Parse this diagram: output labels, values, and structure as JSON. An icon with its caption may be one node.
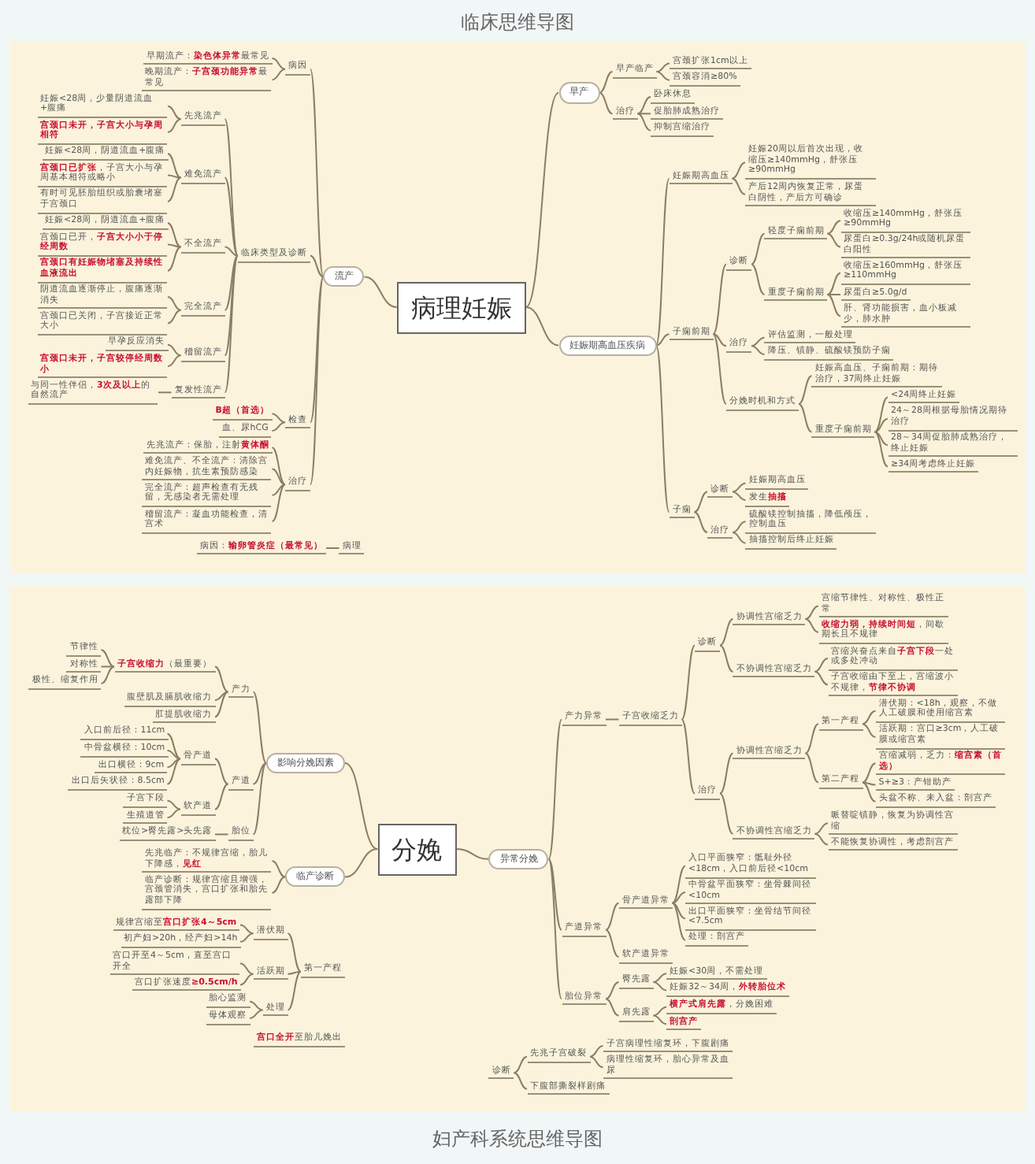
{
  "diagram": {
    "title": "临床思维导图",
    "caption": "妇产科系统思维导图",
    "nodes": [
      {
        "text": [
          "病理妊娠"
        ]
      },
      {
        "text": [
          "流产"
        ]
      },
      {
        "text": [
          "病因"
        ]
      },
      {
        "text": [
          "早期流产：**染色体异常**最常见"
        ]
      },
      {
        "text": [
          "晚期流产：**子宫颈功能异常**最常见"
        ]
      },
      {
        "text": [
          "临床类型及诊断"
        ]
      },
      {
        "text": [
          "先兆流产"
        ]
      },
      {
        "text": [
          "妊娠<28周，少量阴道流血+腹痛"
        ]
      },
      {
        "text": [
          "**宫颈口未开，子宫大小与孕周相符**"
        ]
      },
      {
        "text": [
          "难免流产"
        ]
      },
      {
        "text": [
          "妊娠<28周，阴道流血+腹痛"
        ]
      },
      {
        "text": [
          "**宫颈口已扩张**，子宫大小与孕周基本相符或略小"
        ]
      },
      {
        "text": [
          "有时可见胚胎组织或胎囊堵塞于宫颈口"
        ]
      },
      {
        "text": [
          "不全流产"
        ]
      },
      {
        "text": [
          "妊娠<28周，阴道流血+腹痛"
        ]
      },
      {
        "text": [
          "宫颈口已开，**子宫大小小于停经周数**"
        ]
      },
      {
        "text": [
          "**宫颈口有妊娠物堵塞及持续性血液流出**"
        ]
      },
      {
        "text": [
          "完全流产"
        ]
      },
      {
        "text": [
          "阴道流血逐渐停止，腹痛逐渐消失"
        ]
      },
      {
        "text": [
          "宫颈口已关闭，子宫接近正常大小"
        ]
      },
      {
        "text": [
          "稽留流产"
        ]
      },
      {
        "text": [
          "早孕反应消失"
        ]
      },
      {
        "text": [
          "**宫颈口未开，子宫较停经周数小**"
        ]
      },
      {
        "text": [
          "复发性流产"
        ]
      },
      {
        "text": [
          "与同一性伴侣，**3次及以上**的自然流产"
        ]
      },
      {
        "text": [
          "检查"
        ]
      },
      {
        "text": [
          "**B超（首选）**"
        ]
      },
      {
        "text": [
          "血、尿hCG"
        ]
      },
      {
        "text": [
          "治疗"
        ]
      },
      {
        "text": [
          "先兆流产：保胎，注射**黄体酮**"
        ]
      },
      {
        "text": [
          "难免流产、不全流产：清除宫内妊娠物，抗生素预防感染"
        ]
      },
      {
        "text": [
          "完全流产：超声检查有无残留，无感染者无需处理"
        ]
      },
      {
        "text": [
          "稽留流产：凝血功能检查，清宫术"
        ]
      },
      {
        "text": [
          "病理"
        ]
      },
      {
        "text": [
          "病因：**输卵管炎症（最常见）**"
        ]
      },
      {
        "text": [
          "早产"
        ]
      },
      {
        "text": [
          "早产临产"
        ]
      },
      {
        "text": [
          "宫颈扩张1cm以上"
        ]
      },
      {
        "text": [
          "宫颈容消≥80%"
        ]
      },
      {
        "text": [
          "治疗"
        ]
      },
      {
        "text": [
          "卧床休息"
        ]
      },
      {
        "text": [
          "促胎肺成熟治疗"
        ]
      },
      {
        "text": [
          "抑制宫缩治疗"
        ]
      },
      {
        "text": [
          "妊娠期高血压疾病"
        ]
      },
      {
        "text": [
          "妊娠期高血压"
        ]
      },
      {
        "text": [
          "妊娠20周以后首次出现，收缩压≥140mmHg，舒张压≥90mmHg"
        ]
      },
      {
        "text": [
          "产后12周内恢复正常，尿蛋白阴性，产后方可确诊"
        ]
      },
      {
        "text": [
          "子痫前期"
        ]
      },
      {
        "text": [
          "诊断"
        ]
      },
      {
        "text": [
          "轻度子痫前期"
        ]
      },
      {
        "text": [
          "收缩压≥140mmHg，舒张压≥90mmHg"
        ]
      },
      {
        "text": [
          "尿蛋白≥0.3g/24h或随机尿蛋白阳性"
        ]
      },
      {
        "text": [
          "重度子痫前期"
        ]
      },
      {
        "text": [
          "收缩压≥160mmHg，舒张压≥110mmHg"
        ]
      },
      {
        "text": [
          "尿蛋白≥5.0g/d"
        ]
      },
      {
        "text": [
          "肝、肾功能损害，血小板减少，肺水肿"
        ]
      },
      {
        "text": [
          "治疗"
        ]
      },
      {
        "text": [
          "评估监测，一般处理"
        ]
      },
      {
        "text": [
          "降压、镇静、硫酸镁预防子痫"
        ]
      },
      {
        "text": [
          "分娩时机和方式"
        ]
      },
      {
        "text": [
          "妊娠高血压、子痫前期：期待治疗，37周终止妊娠"
        ]
      },
      {
        "text": [
          "重度子痫前期"
        ]
      },
      {
        "text": [
          "<24周终止妊娠"
        ]
      },
      {
        "text": [
          "24～28周根据母胎情况期待治疗"
        ]
      },
      {
        "text": [
          "28～34周促胎肺成熟治疗，终止妊娠"
        ]
      },
      {
        "text": [
          "≥34周考虑终止妊娠"
        ]
      },
      {
        "text": [
          "子痫"
        ]
      },
      {
        "text": [
          "诊断"
        ]
      },
      {
        "text": [
          "妊娠期高血压"
        ]
      },
      {
        "text": [
          "发生**抽搐**"
        ]
      },
      {
        "text": [
          "治疗"
        ]
      },
      {
        "text": [
          "硫酸镁控制抽搐，降低颅压，控制血压"
        ]
      },
      {
        "text": [
          "抽搐控制后终止妊娠"
        ]
      },
      {
        "text": [
          "分娩"
        ]
      },
      {
        "text": [
          "影响分娩因素"
        ]
      },
      {
        "text": [
          "产力"
        ]
      },
      {
        "text": [
          "**子宫收缩力**（最重要）"
        ]
      },
      {
        "text": [
          "节律性"
        ]
      },
      {
        "text": [
          "对称性"
        ]
      },
      {
        "text": [
          "极性、缩复作用"
        ]
      },
      {
        "text": [
          "腹壁肌及膈肌收缩力"
        ]
      },
      {
        "text": [
          "肛提肌收缩力"
        ]
      },
      {
        "text": [
          "产道"
        ]
      },
      {
        "text": [
          "骨产道"
        ]
      },
      {
        "text": [
          "入口前后径：11cm"
        ]
      },
      {
        "text": [
          "中骨盆横径：10cm"
        ]
      },
      {
        "text": [
          "出口横径：9cm"
        ]
      },
      {
        "text": [
          "出口后矢状径：8.5cm"
        ]
      },
      {
        "text": [
          "软产道"
        ]
      },
      {
        "text": [
          "子宫下段"
        ]
      },
      {
        "text": [
          "生殖道管"
        ]
      },
      {
        "text": [
          "胎位"
        ]
      },
      {
        "text": [
          "枕位>臀先露>头先露"
        ]
      },
      {
        "text": [
          "临产诊断"
        ]
      },
      {
        "text": [
          "先兆临产：不规律宫缩，胎儿下降感，**见红**"
        ]
      },
      {
        "text": [
          "临产诊断：规律宫缩且增强，宫颈管消失，宫口扩张和胎先露部下降"
        ]
      },
      {
        "text": [
          "第一产程"
        ]
      },
      {
        "text": [
          "潜伏期"
        ]
      },
      {
        "text": [
          "规律宫缩至**宫口扩张4～5cm**"
        ]
      },
      {
        "text": [
          "初产妇>20h，经产妇>14h"
        ]
      },
      {
        "text": [
          "活跃期"
        ]
      },
      {
        "text": [
          "宫口开至4～5cm，直至宫口开全"
        ]
      },
      {
        "text": [
          "宫口扩张速度**≥0.5cm/h**"
        ]
      },
      {
        "text": [
          "处理"
        ]
      },
      {
        "text": [
          "胎心监测"
        ]
      },
      {
        "text": [
          "母体观察"
        ]
      },
      {
        "text": [
          "**宫口全开**至胎儿娩出"
        ]
      },
      {
        "text": [
          "异常分娩"
        ]
      },
      {
        "text": [
          "产力异常"
        ]
      },
      {
        "text": [
          "子宫收缩乏力"
        ]
      },
      {
        "text": [
          "诊断"
        ]
      },
      {
        "text": [
          "协调性宫缩乏力"
        ]
      },
      {
        "text": [
          "宫缩节律性、对称性、极性正常"
        ]
      },
      {
        "text": [
          "**收缩力弱，持续时间短**，间歇期长且不规律"
        ]
      },
      {
        "text": [
          "不协调性宫缩乏力"
        ]
      },
      {
        "text": [
          "宫缩兴奋点来自**子宫下段**一处或多处冲动"
        ]
      },
      {
        "text": [
          "子宫收缩由下至上，宫缩波小不规律，**节律不协调**"
        ]
      },
      {
        "text": [
          "治疗"
        ]
      },
      {
        "text": [
          "协调性宫缩乏力"
        ]
      },
      {
        "text": [
          "第一产程"
        ]
      },
      {
        "text": [
          "潜伏期：<18h，观察，不做人工破膜和使用缩宫素"
        ]
      },
      {
        "text": [
          "活跃期：宫口≥3cm，人工破膜或缩宫素"
        ]
      },
      {
        "text": [
          "第二产程"
        ]
      },
      {
        "text": [
          "宫缩减弱，乏力：**缩宫素（首选）**"
        ]
      },
      {
        "text": [
          "S+≥3：产钳助产"
        ]
      },
      {
        "text": [
          "头盆不称、未入盆：剖宫产"
        ]
      },
      {
        "text": [
          "不协调性宫缩乏力"
        ]
      },
      {
        "text": [
          "哌替啶镇静，恢复为协调性宫缩"
        ]
      },
      {
        "text": [
          "不能恢复协调性，考虑剖宫产"
        ]
      },
      {
        "text": [
          "产道异常"
        ]
      },
      {
        "text": [
          "骨产道异常"
        ]
      },
      {
        "text": [
          "入口平面狭窄：骶耻外径<18cm，入口前后径<10cm"
        ]
      },
      {
        "text": [
          "中骨盆平面狭窄：坐骨棘间径<10cm"
        ]
      },
      {
        "text": [
          "出口平面狭窄：坐骨结节间径<7.5cm"
        ]
      },
      {
        "text": [
          "处理：剖宫产"
        ]
      },
      {
        "text": [
          "软产道异常"
        ]
      },
      {
        "text": [
          "胎位异常"
        ]
      },
      {
        "text": [
          "臀先露"
        ]
      },
      {
        "text": [
          "妊娠<30周，不需处理"
        ]
      },
      {
        "text": [
          "妊娠32～34周，**外转胎位术**"
        ]
      },
      {
        "text": [
          "肩先露"
        ]
      },
      {
        "text": [
          "**横产式肩先露**，分娩困难"
        ]
      },
      {
        "text": [
          "**剖宫产**"
        ]
      },
      {
        "text": [
          "诊断"
        ]
      },
      {
        "text": [
          "先兆子宫破裂"
        ]
      },
      {
        "text": [
          "子宫病理性缩复环，下腹剧痛"
        ]
      },
      {
        "text": [
          "病理性缩复环，胎心异常及血尿"
        ]
      },
      {
        "text": [
          "下腹部撕裂样剧痛"
        ]
      }
    ],
    "edges": [
      {
        "from": 0,
        "to": 1,
        "arrow": "none"
      },
      {
        "from": 1,
        "to": 2,
        "arrow": "none"
      },
      {
        "from": 2,
        "to": 3,
        "arrow": "none"
      },
      {
        "from": 2,
        "to": 4,
        "arrow": "none"
      },
      {
        "from": 1,
        "to": 5,
        "arrow": "none"
      },
      {
        "from": 5,
        "to": 6,
        "arrow": "none"
      },
      {
        "from": 6,
        "to": 7,
        "arrow": "none"
      },
      {
        "from": 6,
        "to": 8,
        "arrow": "none"
      },
      {
        "from": 5,
        "to": 9,
        "arrow": "none"
      },
      {
        "from": 9,
        "to": 10,
        "arrow": "none"
      },
      {
        "from": 9,
        "to": 11,
        "arrow": "none"
      },
      {
        "from": 9,
        "to": 12,
        "arrow": "none"
      },
      {
        "from": 5,
        "to": 13,
        "arrow": "none"
      },
      {
        "from": 13,
        "to": 14,
        "arrow": "none"
      },
      {
        "from": 13,
        "to": 15,
        "arrow": "none"
      },
      {
        "from": 13,
        "to": 16,
        "arrow": "none"
      },
      {
        "from": 5,
        "to": 17,
        "arrow": "none"
      },
      {
        "from": 17,
        "to": 18,
        "arrow": "none"
      },
      {
        "from": 17,
        "to": 19,
        "arrow": "none"
      },
      {
        "from": 5,
        "to": 20,
        "arrow": "none"
      },
      {
        "from": 20,
        "to": 21,
        "arrow": "none"
      },
      {
        "from": 20,
        "to": 22,
        "arrow": "none"
      },
      {
        "from": 5,
        "to": 23,
        "arrow": "none"
      },
      {
        "from": 23,
        "to": 24,
        "arrow": "none"
      },
      {
        "from": 1,
        "to": 25,
        "arrow": "none"
      },
      {
        "from": 25,
        "to": 26,
        "arrow": "none"
      },
      {
        "from": 25,
        "to": 27,
        "arrow": "none"
      },
      {
        "from": 1,
        "to": 28,
        "arrow": "none"
      },
      {
        "from": 28,
        "to": 29,
        "arrow": "none"
      },
      {
        "from": 28,
        "to": 30,
        "arrow": "none"
      },
      {
        "from": 28,
        "to": 31,
        "arrow": "none"
      },
      {
        "from": 28,
        "to": 32,
        "arrow": "none"
      },
      {
        "from": 33,
        "to": 34,
        "arrow": "none"
      },
      {
        "from": 0,
        "to": 35,
        "arrow": "none"
      },
      {
        "from": 35,
        "to": 36,
        "arrow": "none"
      },
      {
        "from": 36,
        "to": 37,
        "arrow": "none"
      },
      {
        "from": 36,
        "to": 38,
        "arrow": "none"
      },
      {
        "from": 35,
        "to": 39,
        "arrow": "none"
      },
      {
        "from": 39,
        "to": 40,
        "arrow": "none"
      },
      {
        "from": 39,
        "to": 41,
        "arrow": "none"
      },
      {
        "from": 39,
        "to": 42,
        "arrow": "none"
      },
      {
        "from": 0,
        "to": 43,
        "arrow": "none"
      },
      {
        "from": 43,
        "to": 44,
        "arrow": "none"
      },
      {
        "from": 44,
        "to": 45,
        "arrow": "none"
      },
      {
        "from": 44,
        "to": 46,
        "arrow": "none"
      },
      {
        "from": 43,
        "to": 47,
        "arrow": "none"
      },
      {
        "from": 47,
        "to": 48,
        "arrow": "none"
      },
      {
        "from": 48,
        "to": 49,
        "arrow": "none"
      },
      {
        "from": 49,
        "to": 50,
        "arrow": "none"
      },
      {
        "from": 49,
        "to": 51,
        "arrow": "none"
      },
      {
        "from": 48,
        "to": 52,
        "arrow": "none"
      },
      {
        "from": 52,
        "to": 53,
        "arrow": "none"
      },
      {
        "from": 52,
        "to": 54,
        "arrow": "none"
      },
      {
        "from": 52,
        "to": 55,
        "arrow": "none"
      },
      {
        "from": 47,
        "to": 56,
        "arrow": "none"
      },
      {
        "from": 56,
        "to": 57,
        "arrow": "none"
      },
      {
        "from": 56,
        "to": 58,
        "arrow": "none"
      },
      {
        "from": 47,
        "to": 59,
        "arrow": "none"
      },
      {
        "from": 59,
        "to": 60,
        "arrow": "none"
      },
      {
        "from": 59,
        "to": 61,
        "arrow": "none"
      },
      {
        "from": 61,
        "to": 62,
        "arrow": "none"
      },
      {
        "from": 61,
        "to": 63,
        "arrow": "none"
      },
      {
        "from": 61,
        "to": 64,
        "arrow": "none"
      },
      {
        "from": 61,
        "to": 65,
        "arrow": "none"
      },
      {
        "from": 43,
        "to": 66,
        "arrow": "none"
      },
      {
        "from": 66,
        "to": 67,
        "arrow": "none"
      },
      {
        "from": 67,
        "to": 68,
        "arrow": "none"
      },
      {
        "from": 67,
        "to": 69,
        "arrow": "none"
      },
      {
        "from": 66,
        "to": 70,
        "arrow": "none"
      },
      {
        "from": 70,
        "to": 71,
        "arrow": "none"
      },
      {
        "from": 70,
        "to": 72,
        "arrow": "none"
      },
      {
        "from": 73,
        "to": 74,
        "arrow": "none"
      },
      {
        "from": 74,
        "to": 75,
        "arrow": "none"
      },
      {
        "from": 75,
        "to": 76,
        "arrow": "none"
      },
      {
        "from": 76,
        "to": 77,
        "arrow": "none"
      },
      {
        "from": 76,
        "to": 78,
        "arrow": "none"
      },
      {
        "from": 76,
        "to": 79,
        "arrow": "none"
      },
      {
        "from": 75,
        "to": 80,
        "arrow": "none"
      },
      {
        "from": 75,
        "to": 81,
        "arrow": "none"
      },
      {
        "from": 74,
        "to": 82,
        "arrow": "none"
      },
      {
        "from": 82,
        "to": 83,
        "arrow": "none"
      },
      {
        "from": 83,
        "to": 84,
        "arrow": "none"
      },
      {
        "from": 83,
        "to": 85,
        "arrow": "none"
      },
      {
        "from": 83,
        "to": 86,
        "arrow": "none"
      },
      {
        "from": 83,
        "to": 87,
        "arrow": "none"
      },
      {
        "from": 82,
        "to": 88,
        "arrow": "none"
      },
      {
        "from": 88,
        "to": 89,
        "arrow": "none"
      },
      {
        "from": 88,
        "to": 90,
        "arrow": "none"
      },
      {
        "from": 74,
        "to": 91,
        "arrow": "none"
      },
      {
        "from": 91,
        "to": 92,
        "arrow": "none"
      },
      {
        "from": 73,
        "to": 93,
        "arrow": "none"
      },
      {
        "from": 93,
        "to": 94,
        "arrow": "none"
      },
      {
        "from": 93,
        "to": 95,
        "arrow": "none"
      },
      {
        "from": 96,
        "to": 97,
        "arrow": "none"
      },
      {
        "from": 97,
        "to": 98,
        "arrow": "none"
      },
      {
        "from": 97,
        "to": 99,
        "arrow": "none"
      },
      {
        "from": 96,
        "to": 100,
        "arrow": "none"
      },
      {
        "from": 100,
        "to": 101,
        "arrow": "none"
      },
      {
        "from": 100,
        "to": 102,
        "arrow": "none"
      },
      {
        "from": 96,
        "to": 103,
        "arrow": "none"
      },
      {
        "from": 103,
        "to": 104,
        "arrow": "none"
      },
      {
        "from": 103,
        "to": 105,
        "arrow": "none"
      },
      {
        "from": 73,
        "to": 107,
        "arrow": "none"
      },
      {
        "from": 107,
        "to": 108,
        "arrow": "none"
      },
      {
        "from": 108,
        "to": 109,
        "arrow": "none"
      },
      {
        "from": 109,
        "to": 110,
        "arrow": "none"
      },
      {
        "from": 110,
        "to": 111,
        "arrow": "none"
      },
      {
        "from": 111,
        "to": 112,
        "arrow": "none"
      },
      {
        "from": 111,
        "to": 113,
        "arrow": "none"
      },
      {
        "from": 110,
        "to": 114,
        "arrow": "none"
      },
      {
        "from": 114,
        "to": 115,
        "arrow": "none"
      },
      {
        "from": 114,
        "to": 116,
        "arrow": "none"
      },
      {
        "from": 109,
        "to": 117,
        "arrow": "none"
      },
      {
        "from": 117,
        "to": 118,
        "arrow": "none"
      },
      {
        "from": 118,
        "to": 119,
        "arrow": "none"
      },
      {
        "from": 119,
        "to": 120,
        "arrow": "none"
      },
      {
        "from": 119,
        "to": 121,
        "arrow": "none"
      },
      {
        "from": 118,
        "to": 122,
        "arrow": "none"
      },
      {
        "from": 122,
        "to": 123,
        "arrow": "none"
      },
      {
        "from": 122,
        "to": 124,
        "arrow": "none"
      },
      {
        "from": 122,
        "to": 125,
        "arrow": "none"
      },
      {
        "from": 117,
        "to": 126,
        "arrow": "none"
      },
      {
        "from": 126,
        "to": 127,
        "arrow": "none"
      },
      {
        "from": 126,
        "to": 128,
        "arrow": "none"
      },
      {
        "from": 107,
        "to": 129,
        "arrow": "none"
      },
      {
        "from": 129,
        "to": 130,
        "arrow": "none"
      },
      {
        "from": 130,
        "to": 131,
        "arrow": "none"
      },
      {
        "from": 130,
        "to": 132,
        "arrow": "none"
      },
      {
        "from": 130,
        "to": 133,
        "arrow": "none"
      },
      {
        "from": 130,
        "to": 134,
        "arrow": "none"
      },
      {
        "from": 129,
        "to": 135,
        "arrow": "none"
      },
      {
        "from": 107,
        "to": 136,
        "arrow": "none"
      },
      {
        "from": 136,
        "to": 137,
        "arrow": "none"
      },
      {
        "from": 137,
        "to": 138,
        "arrow": "none"
      },
      {
        "from": 137,
        "to": 139,
        "arrow": "none"
      },
      {
        "from": 136,
        "to": 140,
        "arrow": "none"
      },
      {
        "from": 140,
        "to": 141,
        "arrow": "none"
      },
      {
        "from": 140,
        "to": 142,
        "arrow": "none"
      },
      {
        "from": 143,
        "to": 144,
        "arrow": "none"
      },
      {
        "from": 144,
        "to": 145,
        "arrow": "none"
      },
      {
        "from": 144,
        "to": 146,
        "arrow": "none"
      },
      {
        "from": 143,
        "to": 147,
        "arrow": "none"
      }
    ]
  }
}
